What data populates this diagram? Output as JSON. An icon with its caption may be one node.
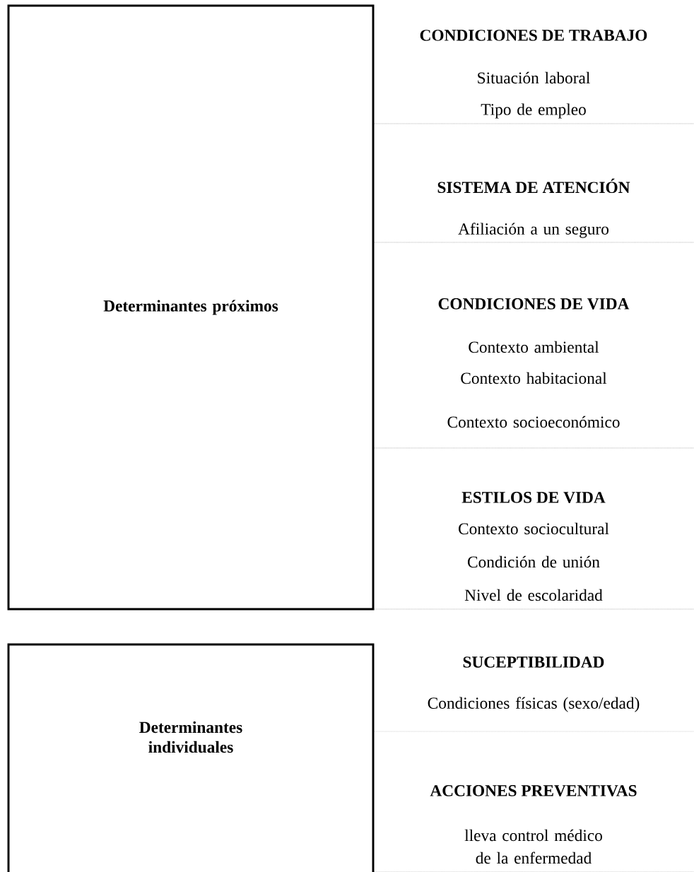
{
  "diagram": {
    "nodes": [
      {
        "text": [
          "Determinantes próximos"
        ]
      },
      {
        "text": [
          "Determinantes individuales"
        ]
      },
      {
        "text": [
          "CONDICIONES DE TRABAJO",
          "Situación laboral",
          "Tipo de empleo"
        ]
      },
      {
        "text": [
          "SISTEMA DE ATENCIÓN",
          "Afiliación a un seguro"
        ]
      },
      {
        "text": [
          "CONDICIONES DE VIDA",
          "Contexto ambiental",
          "Contexto habitacional",
          "Contexto socioeconómico"
        ]
      },
      {
        "text": [
          "ESTILOS DE VIDA",
          "Contexto sociocultural",
          "Condición de unión",
          "Nivel de escolaridad"
        ]
      },
      {
        "text": [
          "SUCEPTIBILIDAD",
          "Condiciones físicas (sexo/edad)"
        ]
      },
      {
        "text": [
          "ACCIONES PREVENTIVAS",
          "lleva control médico de la enfermedad"
        ]
      }
    ]
  }
}
